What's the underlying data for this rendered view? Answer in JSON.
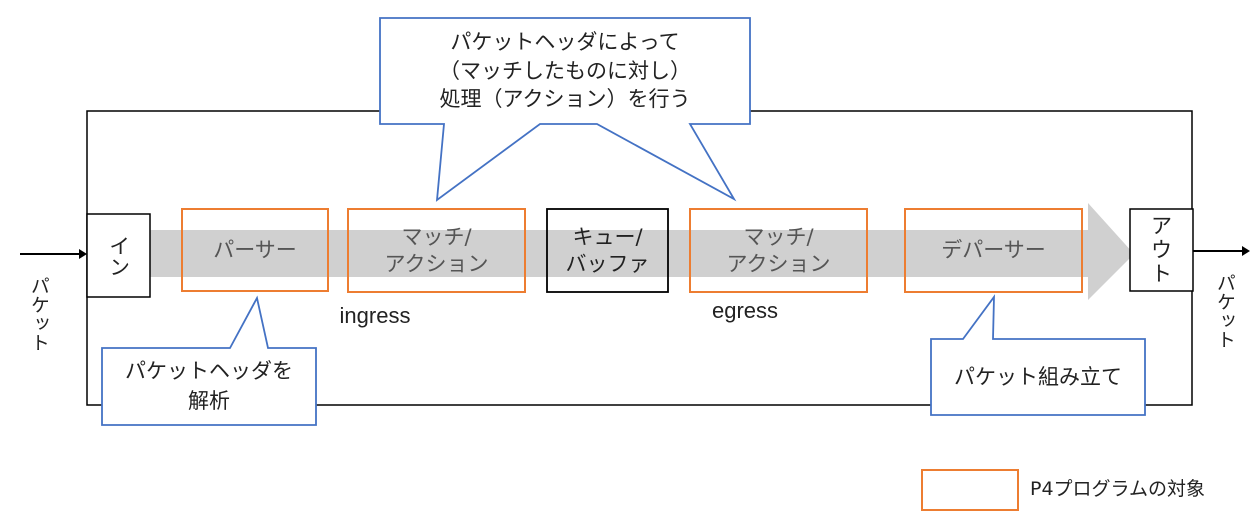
{
  "nodes": {
    "in": "イン",
    "parser": "パーサー",
    "match_action_ingress": [
      "マッチ/",
      "アクション"
    ],
    "queue_buffer": [
      "キュー/",
      "バッファ"
    ],
    "match_action_egress": [
      "マッチ/",
      "アクション"
    ],
    "deparser": "デパーサー",
    "out": [
      "ア",
      "ウ",
      "ト"
    ]
  },
  "side_labels": {
    "packet_in": "パケット",
    "packet_out": "パケット"
  },
  "flow_labels": {
    "ingress": "ingress",
    "egress": "egress"
  },
  "callouts": {
    "top": [
      "パケットヘッダによって",
      "（マッチしたものに対し）",
      "処理（アクション）を行う"
    ],
    "parser": [
      "パケットヘッダを",
      "解析"
    ],
    "deparser": "パケット組み立て"
  },
  "legend": {
    "label": "P4プログラムの対象"
  },
  "colors": {
    "p4_target": "#ED7D31",
    "callout": "#4472C4",
    "arrow": "#D0D0D0",
    "line": "#000000"
  }
}
